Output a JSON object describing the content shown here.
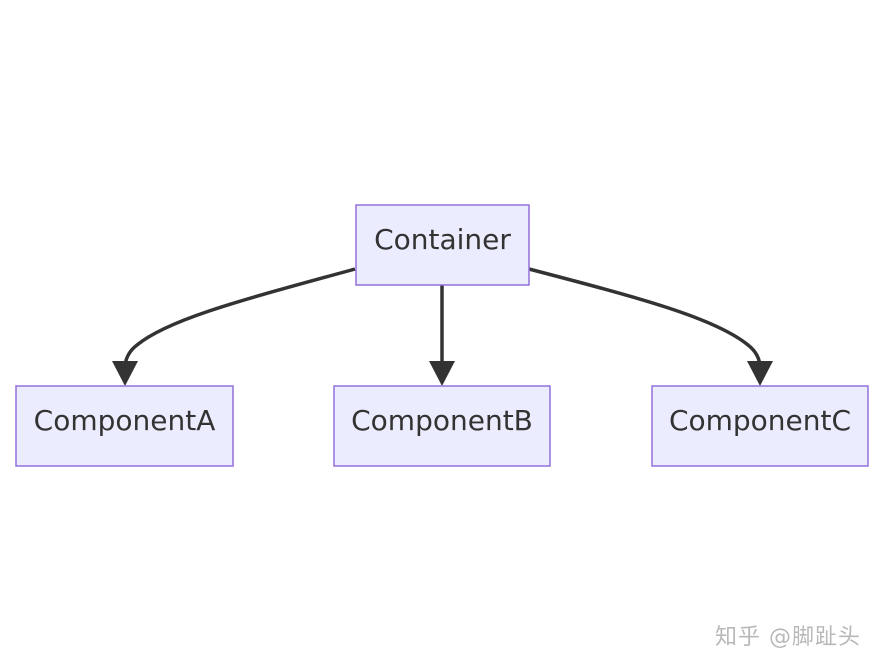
{
  "diagram": {
    "nodes": {
      "container": {
        "label": "Container"
      },
      "component_a": {
        "label": "ComponentA"
      },
      "component_b": {
        "label": "ComponentB"
      },
      "component_c": {
        "label": "ComponentC"
      }
    },
    "edges": [
      {
        "from": "Container",
        "to": "ComponentA"
      },
      {
        "from": "Container",
        "to": "ComponentB"
      },
      {
        "from": "Container",
        "to": "ComponentC"
      }
    ],
    "colors": {
      "node_fill": "#ececff",
      "node_border": "#9370db",
      "edge": "#333333",
      "text": "#333333"
    }
  },
  "watermark": {
    "text": "知乎 @脚趾头"
  }
}
